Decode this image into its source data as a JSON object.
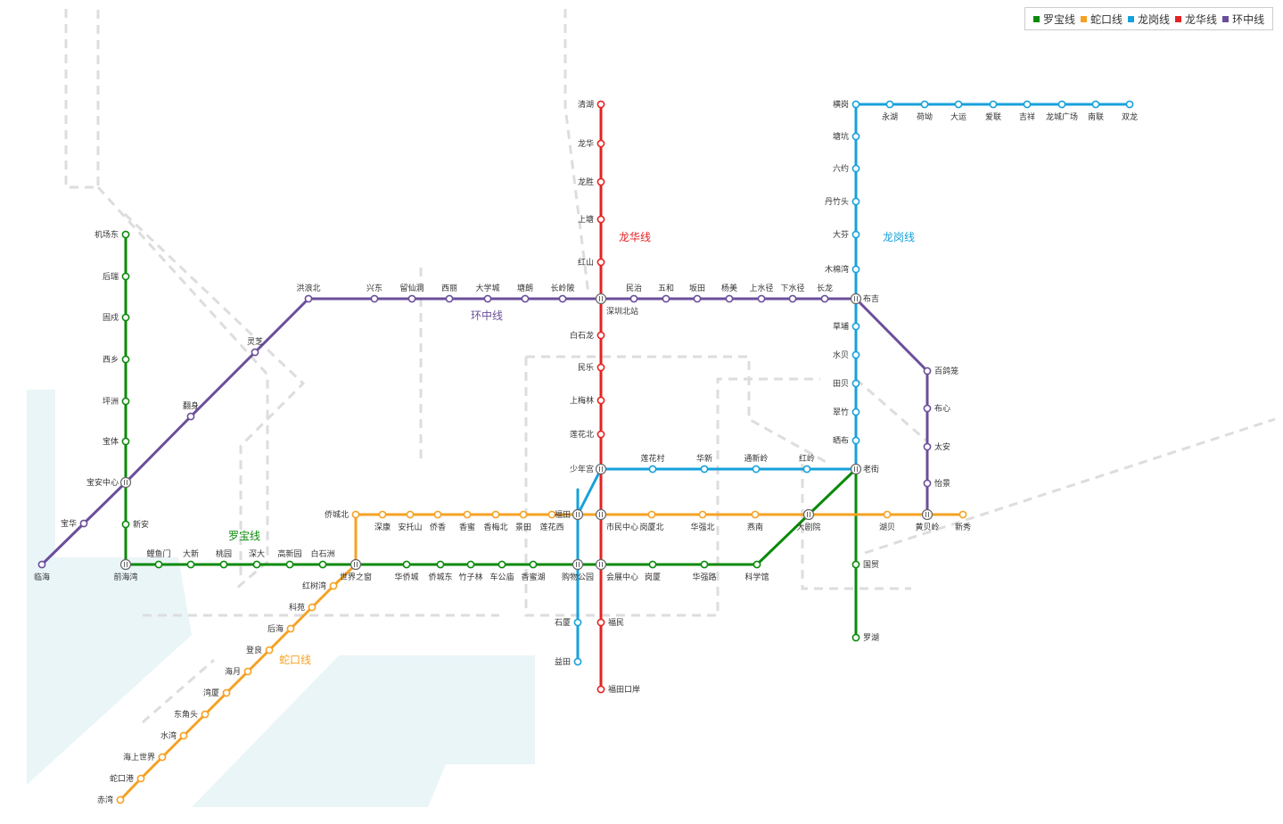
{
  "legend": [
    {
      "key": "luobao",
      "label": "罗宝线",
      "color": "#0a8a0a"
    },
    {
      "key": "shekou",
      "label": "蛇口线",
      "color": "#f5a223"
    },
    {
      "key": "longgang",
      "label": "龙岗线",
      "color": "#16a1db"
    },
    {
      "key": "longhua",
      "label": "龙华线",
      "color": "#e52222"
    },
    {
      "key": "huanzhong",
      "label": "环中线",
      "color": "#6b4e9b"
    }
  ],
  "lines": {
    "luobao": {
      "label": "罗宝线",
      "color": "#0a8a0a",
      "stations": [
        "机场东",
        "后瑞",
        "固戍",
        "西乡",
        "坪洲",
        "宝体",
        "宝安中心",
        "新安",
        "前海湾",
        "鲤鱼门",
        "大新",
        "桃园",
        "深大",
        "高新园",
        "白石洲",
        "世界之窗",
        "华侨城",
        "侨城东",
        "竹子林",
        "车公庙",
        "香蜜湖",
        "购物公园",
        "会展中心",
        "岗厦",
        "华强路",
        "科学馆",
        "大剧院",
        "老街",
        "国贸",
        "罗湖"
      ]
    },
    "shekou": {
      "label": "蛇口线",
      "color": "#f5a223",
      "stations": [
        "赤湾",
        "蛇口港",
        "海上世界",
        "水湾",
        "东角头",
        "湾厦",
        "海月",
        "登良",
        "后海",
        "科苑",
        "红树湾",
        "世界之窗",
        "侨城北",
        "深康",
        "安托山",
        "侨香",
        "香蜜",
        "香梅北",
        "景田",
        "莲花西",
        "福田",
        "市民中心",
        "岗厦北",
        "华强北",
        "燕南",
        "大剧院",
        "湖贝",
        "黄贝岭",
        "新秀"
      ]
    },
    "longgang": {
      "label": "龙岗线",
      "color": "#16a1db",
      "stations": [
        "益田",
        "石厦",
        "购物公园",
        "福田",
        "少年宫",
        "莲花村",
        "华新",
        "通新岭",
        "红岭",
        "老街",
        "晒布",
        "翠竹",
        "田贝",
        "水贝",
        "草埔",
        "布吉",
        "木棉湾",
        "大芬",
        "丹竹头",
        "六约",
        "塘坑",
        "横岗",
        "永湖",
        "荷坳",
        "大运",
        "爱联",
        "吉祥",
        "龙城广场",
        "南联",
        "双龙"
      ]
    },
    "longhua": {
      "label": "龙华线",
      "color": "#e52222",
      "stations": [
        "清湖",
        "龙华",
        "龙胜",
        "上塘",
        "红山",
        "深圳北站",
        "白石龙",
        "民乐",
        "上梅林",
        "莲花北",
        "少年宫",
        "市民中心",
        "会展中心",
        "福民",
        "福田口岸"
      ]
    },
    "huanzhong": {
      "label": "环中线",
      "color": "#6b4e9b",
      "stations": [
        "临海",
        "宝华",
        "宝安中心",
        "翻身",
        "灵芝",
        "洪浪北",
        "兴东",
        "留仙洞",
        "西丽",
        "大学城",
        "塘朗",
        "长岭陂",
        "深圳北站",
        "民治",
        "五和",
        "坂田",
        "杨美",
        "上水径",
        "下水径",
        "长龙",
        "布吉",
        "百鸽笼",
        "布心",
        "太安",
        "怡景",
        "黄贝岭"
      ]
    }
  }
}
